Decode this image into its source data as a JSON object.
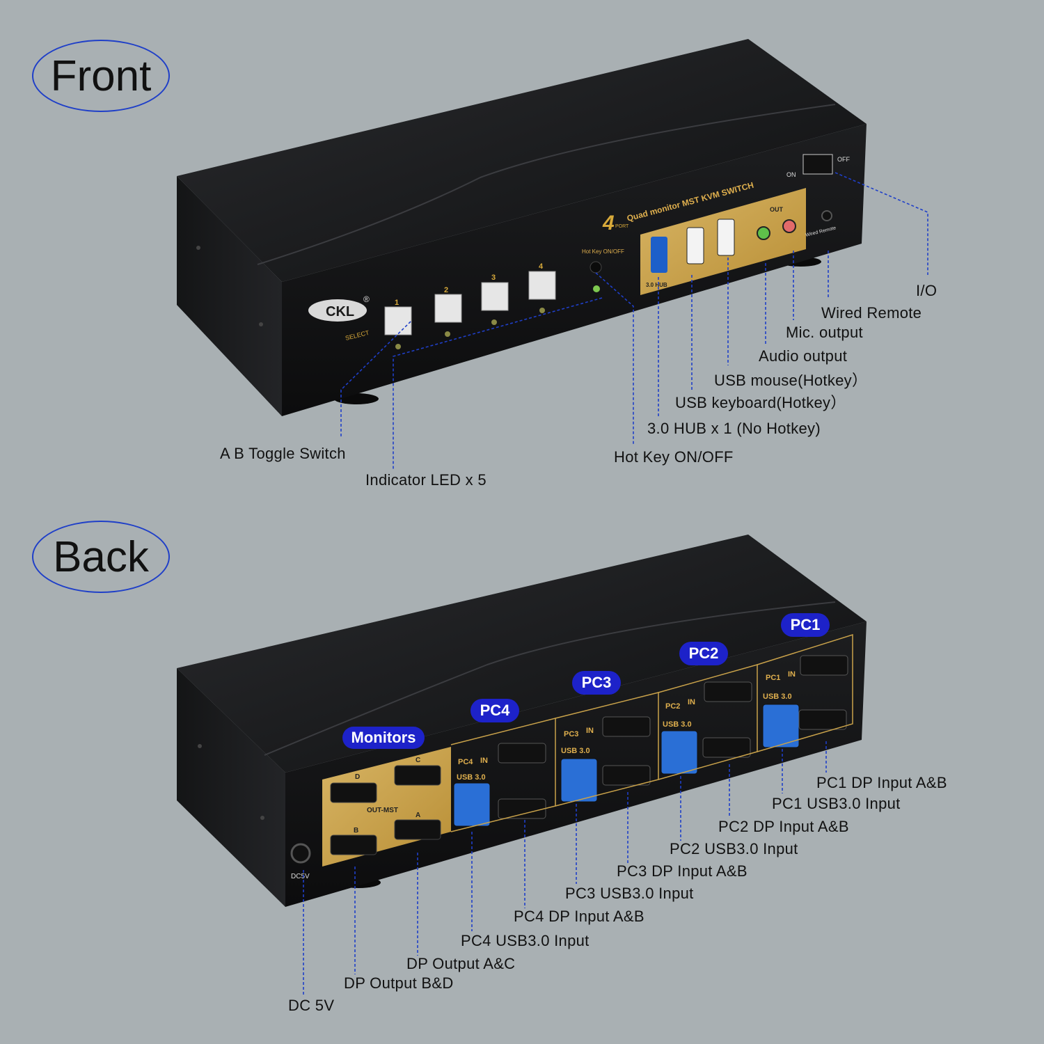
{
  "front_section": {
    "title": "Front",
    "device": {
      "brand": "CKL",
      "brand_mark": "®",
      "model_line": "Quad monitor MST KVM SWITCH",
      "port_count": "4",
      "port_word": "PORT",
      "select_label": "SELECT",
      "buttons": [
        "1",
        "2",
        "3",
        "4"
      ],
      "hotkey_label": "Hot Key ON/OFF",
      "hub_label": "3.0 HUB",
      "out_label": "OUT",
      "on_label": "ON",
      "off_label": "OFF",
      "remote_label": "Wired Remote"
    },
    "callouts": {
      "io": "I/O",
      "wired_remote": "Wired Remote",
      "mic_output": "Mic. output",
      "audio_output": "Audio output",
      "usb_mouse": "USB mouse(Hotkey）",
      "usb_keyboard": "USB keyboard(Hotkey）",
      "hub": "3.0 HUB x 1 (No Hotkey)",
      "hotkey": "Hot Key ON/OFF",
      "toggle": "A B Toggle Switch",
      "led": "Indicator LED x 5"
    }
  },
  "back_section": {
    "title": "Back",
    "device": {
      "out_mst_label": "OUT-MST",
      "dc_label": "DC5V",
      "usb_label": "USB 3.0",
      "in_label": "IN",
      "port_letters": [
        "A",
        "B",
        "C",
        "D"
      ],
      "pc_tags": [
        "PC1",
        "PC2",
        "PC3",
        "PC4"
      ]
    },
    "pills": {
      "monitors": "Monitors",
      "pc1": "PC1",
      "pc2": "PC2",
      "pc3": "PC3",
      "pc4": "PC4"
    },
    "callouts": {
      "pc1_dp": "PC1 DP Input A&B",
      "pc1_usb": "PC1 USB3.0 Input",
      "pc2_dp": "PC2 DP Input A&B",
      "pc2_usb": "PC2 USB3.0 Input",
      "pc3_dp": "PC3 DP Input A&B",
      "pc3_usb": "PC3 USB3.0 Input",
      "pc4_dp": "PC4 DP Input A&B",
      "pc4_usb": "PC4 USB3.0 Input",
      "dp_ac": "DP Output A&C",
      "dp_bd": "DP Output B&D",
      "dc": "DC 5V"
    }
  },
  "colors": {
    "background": "#a9b0b3",
    "device_body": "#17181a",
    "gold_panel": "#c9a24a",
    "leader_line": "#1f3fc8",
    "pill": "#1d22c9",
    "usb_blue": "#2a6fd6",
    "led_green": "#7ec850"
  }
}
